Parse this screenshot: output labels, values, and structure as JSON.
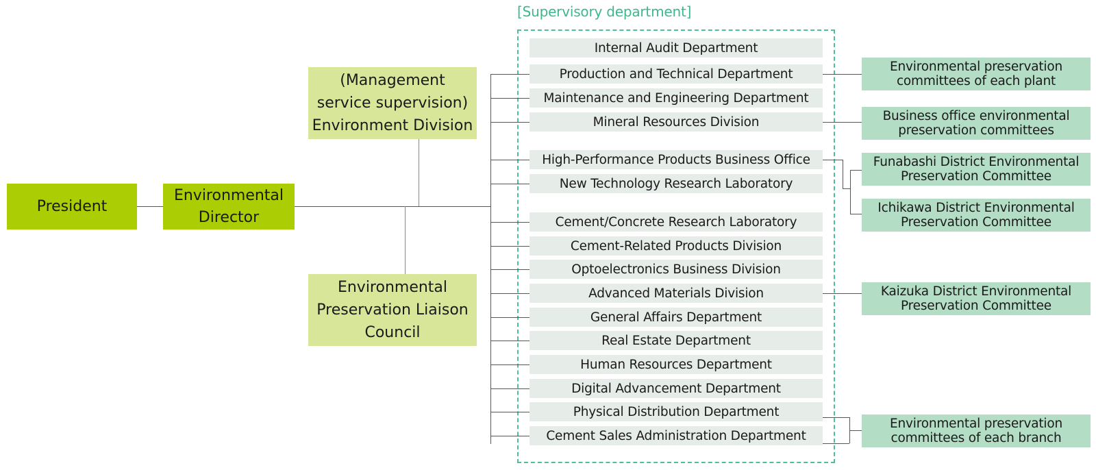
{
  "colors": {
    "executive_box": "#abcd03",
    "staff_box": "#d8e69a",
    "department_box": "#e6ece8",
    "committee_box": "#b3ddc4",
    "supervisory_dashed_border": "#4cc096",
    "connector_line": "#555555"
  },
  "executives": {
    "president": "President",
    "director_line1": "Environmental",
    "director_line2": "Director"
  },
  "staff": {
    "environment_division": [
      "(Management",
      "service supervision)",
      "Environment Division"
    ],
    "liaison_council": [
      "Environmental",
      "Preservation Liaison",
      "Council"
    ]
  },
  "supervisory": {
    "label": "[Supervisory department]",
    "departments": [
      "Internal Audit Department",
      "Production and Technical Department",
      "Maintenance and Engineering Department",
      "Mineral Resources Division",
      "High-Performance Products Business Office",
      "New Technology Research Laboratory",
      "Cement/Concrete Research Laboratory",
      "Cement-Related Products Division",
      "Optoelectronics Business Division",
      "Advanced Materials Division",
      "General Affairs Department",
      "Real Estate Department",
      "Human Resources Department",
      "Digital Advancement Department",
      "Physical Distribution Department",
      "Cement Sales Administration Department"
    ]
  },
  "committees": [
    {
      "lines": [
        "Environmental preservation",
        "committees of each plant"
      ],
      "linked_from": "Production and Technical Department"
    },
    {
      "lines": [
        "Business office environmental",
        "preservation committees"
      ],
      "linked_from": "Mineral Resources Division"
    },
    {
      "lines": [
        "Funabashi District Environmental",
        "Preservation Committee"
      ],
      "linked_from": "High-Performance Products Business Office"
    },
    {
      "lines": [
        "Ichikawa District Environmental",
        "Preservation Committee"
      ],
      "linked_from": "High-Performance Products Business Office"
    },
    {
      "lines": [
        "Kaizuka District Environmental",
        "Preservation Committee"
      ],
      "linked_from": "Advanced Materials Division"
    },
    {
      "lines": [
        "Environmental preservation",
        "committees of each branch"
      ],
      "linked_from": "Physical Distribution Department; Cement Sales Administration Department"
    }
  ]
}
